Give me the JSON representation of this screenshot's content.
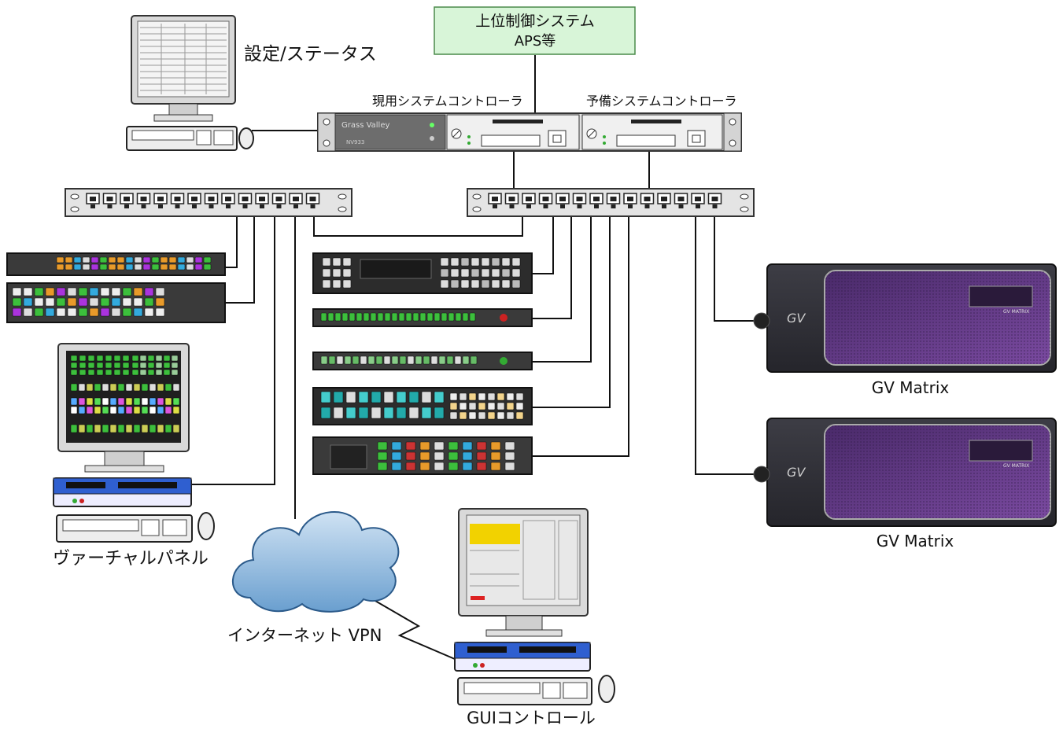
{
  "labels": {
    "top_system_line1": "上位制御システム",
    "top_system_line2": "APS等",
    "settings_status": "設定/ステータス",
    "active_controller": "現用システムコントローラ",
    "standby_controller": "予備システムコントローラ",
    "virtual_panel": "ヴァーチャルパネル",
    "internet_vpn": "インターネット VPN",
    "gui_control": "GUIコントロール",
    "matrix_1": "GV Matrix",
    "matrix_2": "GV Matrix"
  },
  "device_text": {
    "controller_brand": "Grass Valley",
    "controller_model": "NV933",
    "matrix_badge": "GV MATRIX"
  },
  "colors": {
    "top_box_fill": "#d8f5d8",
    "top_box_border": "#4a8a4a",
    "matrix_purple": "#6a3d8f",
    "panel_green": "#3cbf3c",
    "panel_orange": "#e89a2a",
    "pc_blue": "#2f5fd0"
  }
}
